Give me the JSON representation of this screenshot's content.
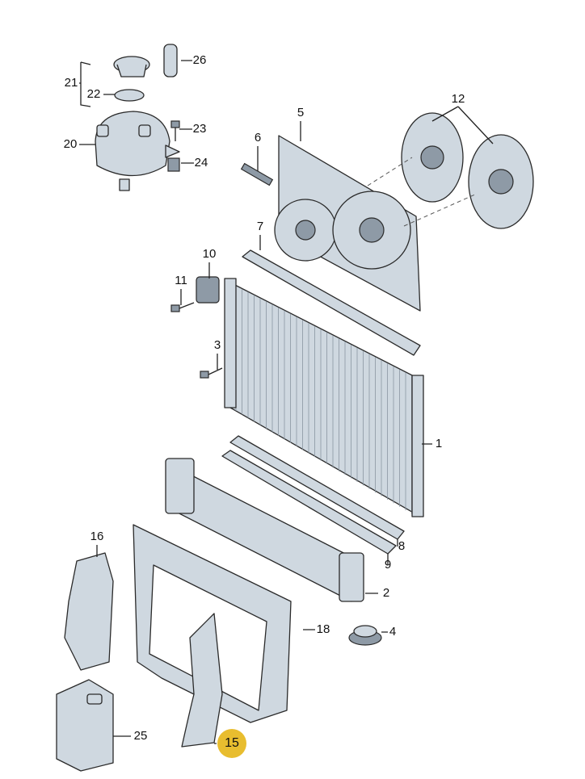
{
  "diagram": {
    "highlight_color": "#e8bd2f",
    "callouts": {
      "p1": "1",
      "p2": "2",
      "p3": "3",
      "p4": "4",
      "p5": "5",
      "p6": "6",
      "p7": "7",
      "p8": "8",
      "p9": "9",
      "p10": "10",
      "p11": "11",
      "p12": "12",
      "p15": "15",
      "p16": "16",
      "p18": "18",
      "p20": "20",
      "p21": "21",
      "p22": "22",
      "p23": "23",
      "p24": "24",
      "p25": "25",
      "p26": "26"
    },
    "highlighted": "15"
  }
}
